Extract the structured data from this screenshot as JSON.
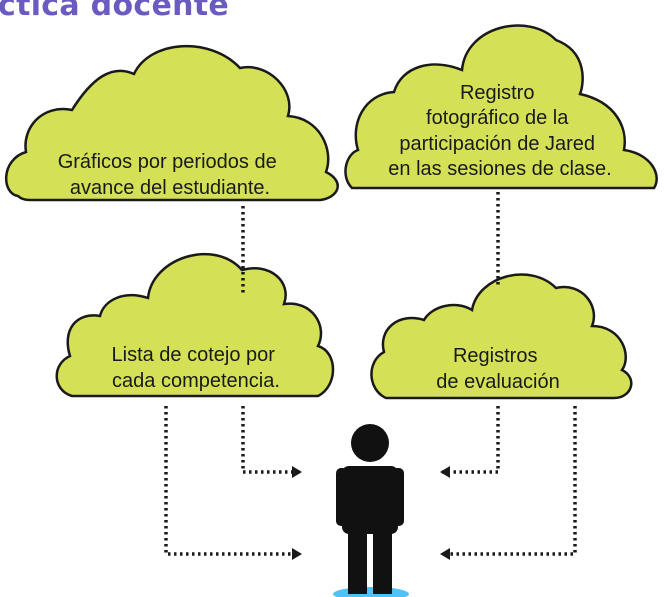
{
  "title": "ctica docente",
  "colors": {
    "title": "#6a5bc0",
    "cloud_fill": "#d4e157",
    "cloud_stroke": "#1a1a1a",
    "connector": "#1a1a1a",
    "person": "#111111",
    "base": "#4fc3f7"
  },
  "clouds": [
    {
      "id": "graficos",
      "lines": [
        "Gráficos por periodos de",
        "avance  del estudiante."
      ]
    },
    {
      "id": "registro-foto",
      "lines": [
        "Registro",
        "fotográfico de la",
        "participación de Jared",
        "en las sesiones de clase."
      ]
    },
    {
      "id": "lista-cotejo",
      "lines": [
        "Lista de cotejo por",
        "cada competencia."
      ]
    },
    {
      "id": "registros-eval",
      "lines": [
        "Registros",
        "de evaluación"
      ]
    }
  ],
  "icons": {
    "person": "person-icon",
    "arrow": "arrow-right-icon"
  }
}
